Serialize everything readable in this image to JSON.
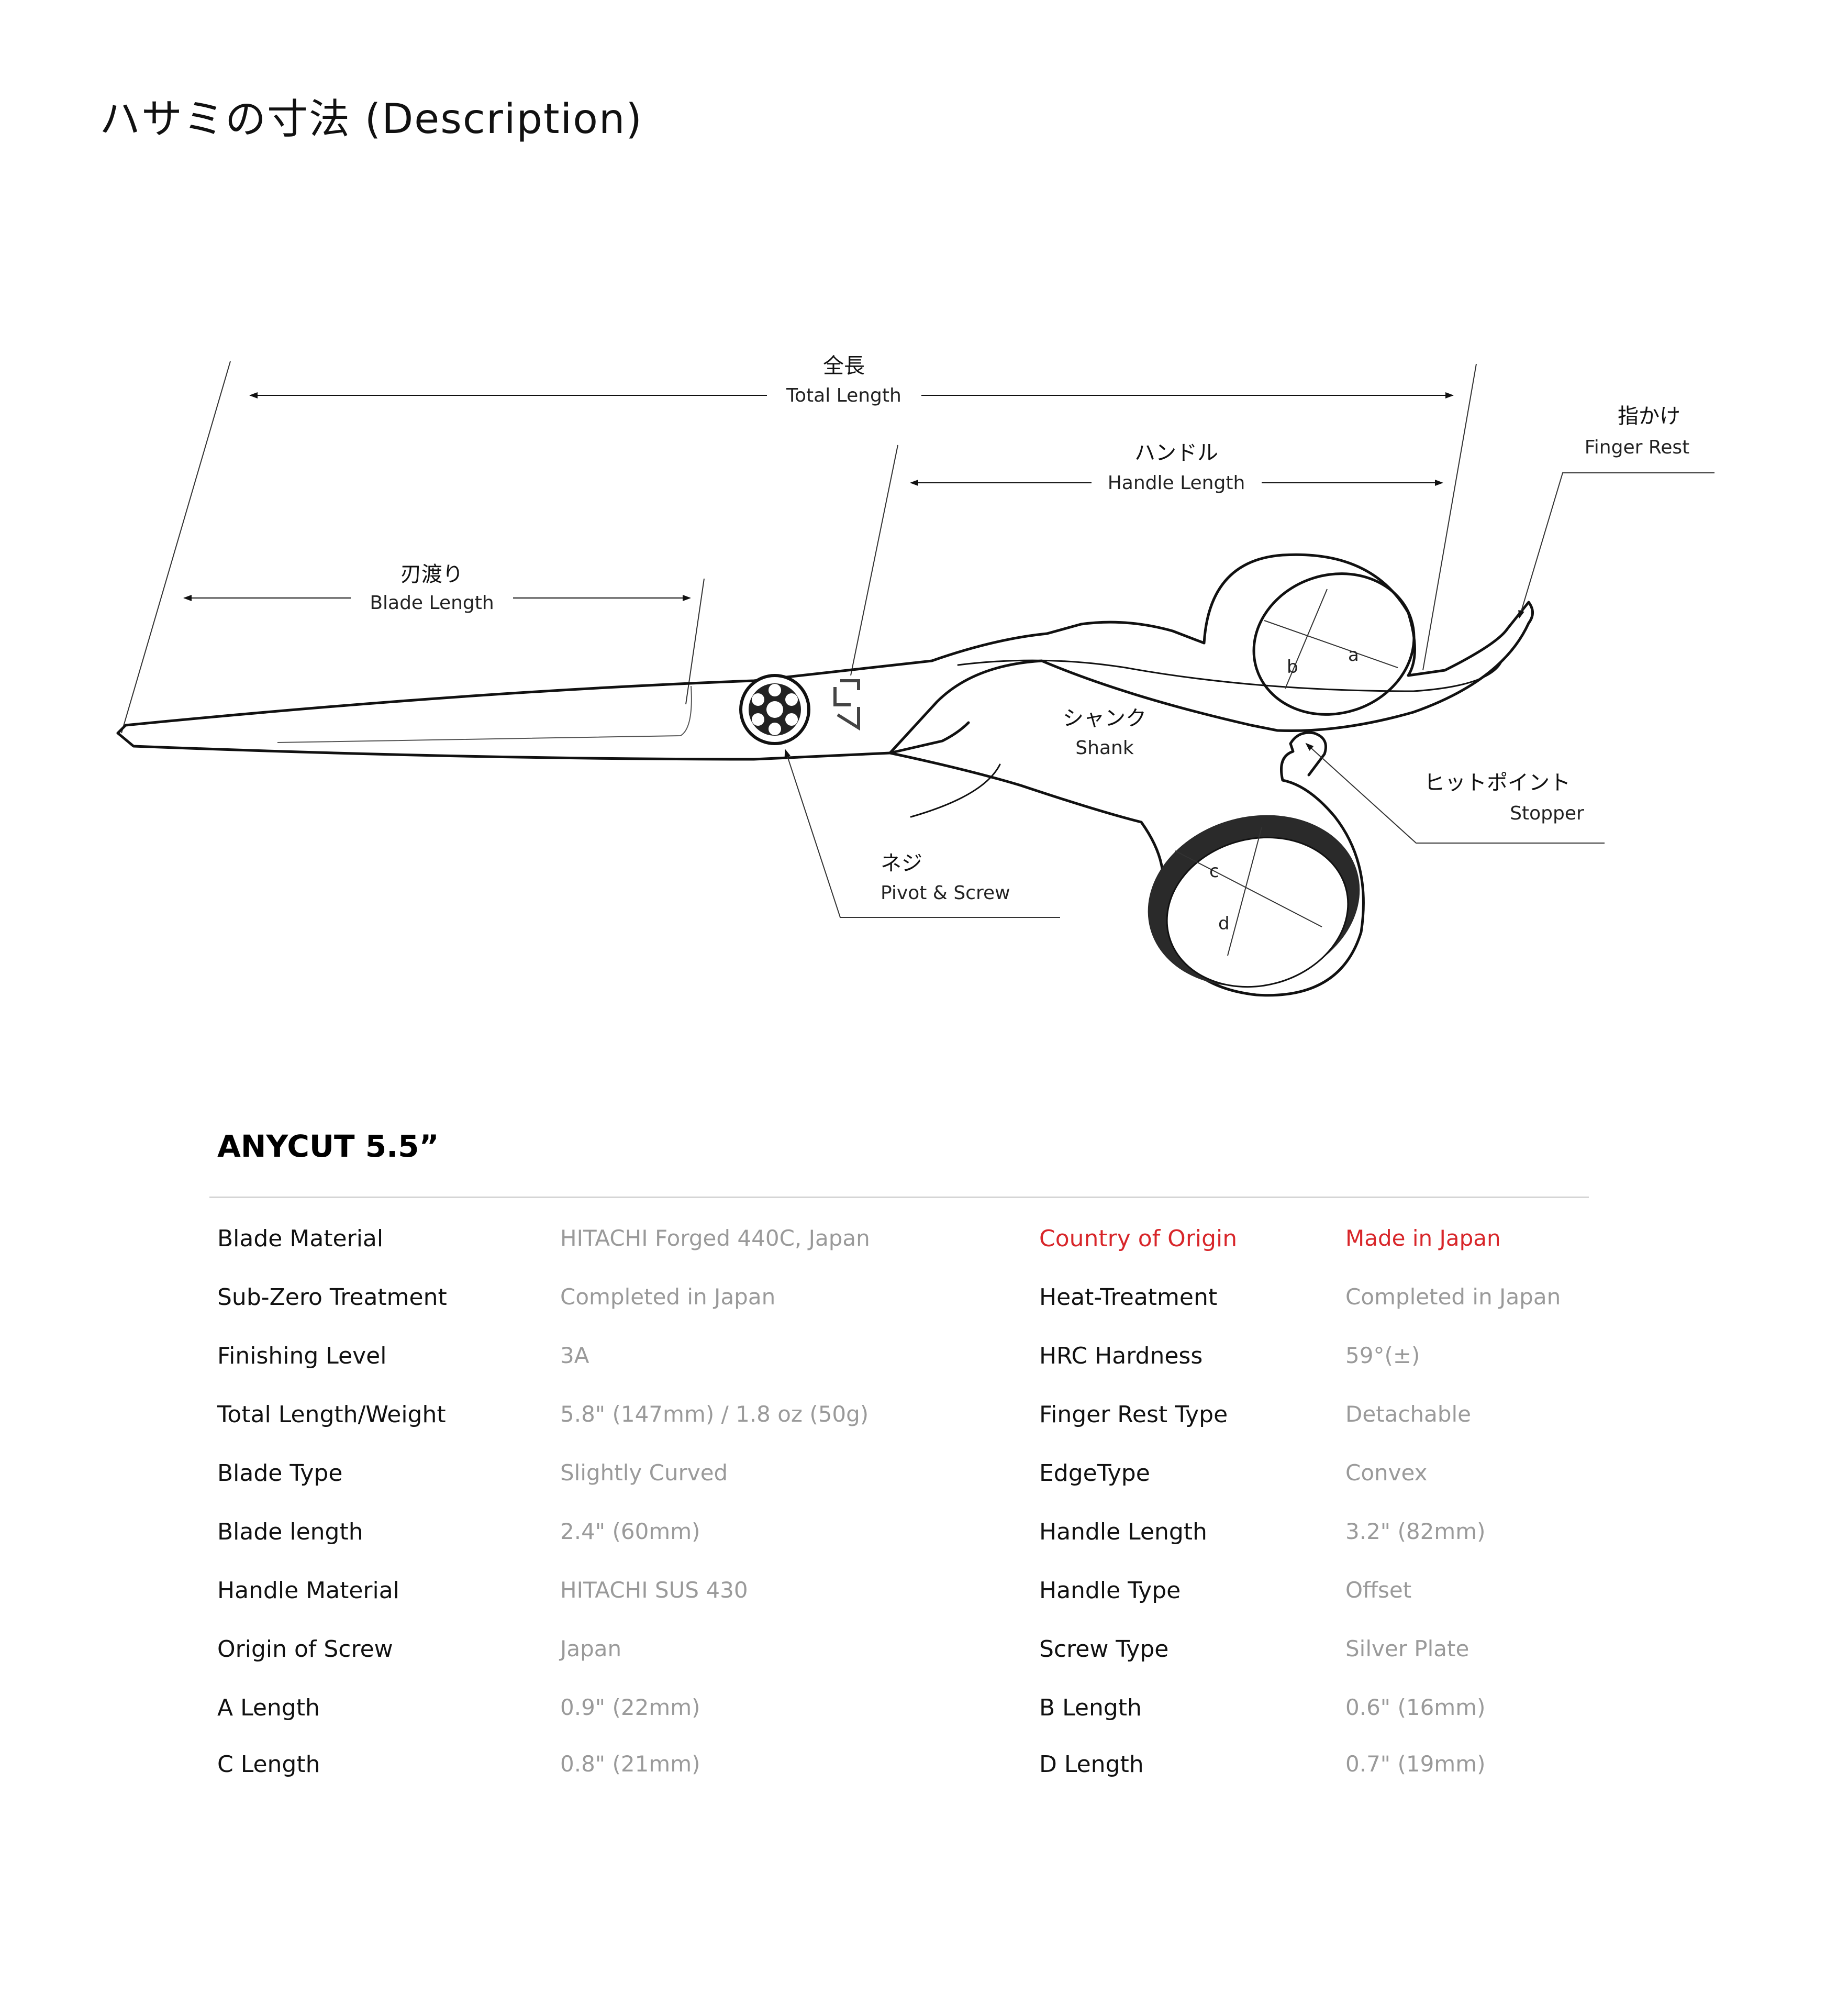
{
  "title": "ハサミの寸法 (Description)",
  "labels": {
    "total_length_jp": "全長",
    "total_length_en": "Total Length",
    "handle_length_jp": "ハンドル",
    "handle_length_en": "Handle Length",
    "blade_length_jp": "刃渡り",
    "blade_length_en": "Blade Length",
    "finger_rest_jp": "指かけ",
    "finger_rest_en": "Finger Rest",
    "shank_jp": "シャンク",
    "shank_en": "Shank",
    "stopper_jp": "ヒットポイント",
    "stopper_en": "Stopper",
    "pivot_jp": "ネジ",
    "pivot_en": "Pivot & Screw",
    "a": "a",
    "b": "b",
    "c": "c",
    "d": "d"
  },
  "product_name": "ANYCUT 5.5”",
  "specs": [
    {
      "k1": "Blade Material",
      "v1": "HITACHI Forged 440C, Japan",
      "k2": "Country of Origin",
      "v2": "Made in Japan"
    },
    {
      "k1": "Sub-Zero Treatment",
      "v1": "Completed in Japan",
      "k2": "Heat-Treatment",
      "v2": "Completed in Japan"
    },
    {
      "k1": "Finishing Level",
      "v1": "3A",
      "k2": "HRC Hardness",
      "v2": "59°(±)"
    },
    {
      "k1": "Total Length/Weight",
      "v1": "5.8\" (147mm) / 1.8 oz (50g)",
      "k2": "Finger Rest Type",
      "v2": "Detachable"
    },
    {
      "k1": "Blade Type",
      "v1": "Slightly Curved",
      "k2": "EdgeType",
      "v2": "Convex"
    },
    {
      "k1": "Blade length",
      "v1": "2.4\" (60mm)",
      "k2": "Handle Length",
      "v2": "3.2\" (82mm)"
    },
    {
      "k1": "Handle Material",
      "v1": "HITACHI SUS 430",
      "k2": "Handle Type",
      "v2": "Offset"
    },
    {
      "k1": "Origin of Screw",
      "v1": "Japan",
      "k2": "Screw Type",
      "v2": "Silver Plate"
    },
    {
      "k1": "A Length",
      "v1": "0.9\" (22mm)",
      "k2": "B Length",
      "v2": "0.6\" (16mm)"
    },
    {
      "k1": "C Length",
      "v1": "0.8\" (21mm)",
      "k2": "D Length",
      "v2": "0.7\" (19mm)"
    }
  ],
  "colors": {
    "highlight": "#d8262a",
    "value": "#9a9a9a",
    "rule": "#d5d5d5"
  }
}
